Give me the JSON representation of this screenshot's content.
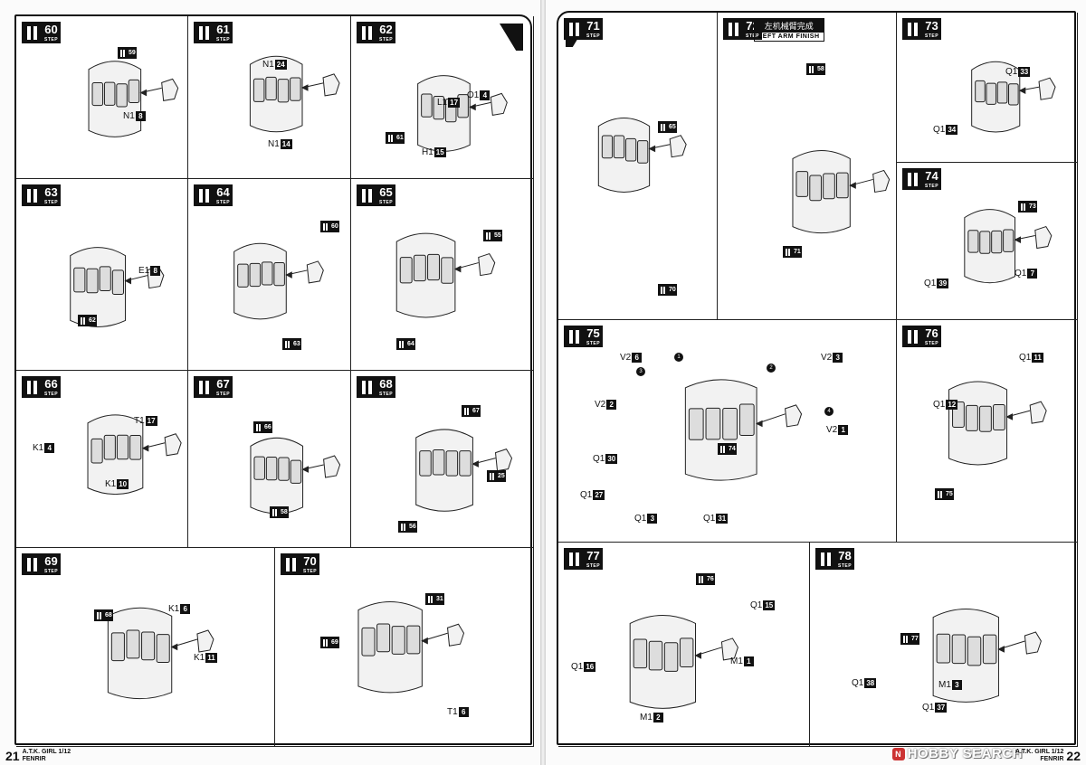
{
  "left_page": {
    "page_number": "21",
    "footer_title_line1": "A.T.K. GIRL 1/12",
    "footer_title_line2": "FENRIR",
    "steps": [
      {
        "step": "60",
        "refs": [
          "59"
        ],
        "parts": [
          {
            "code": "N1",
            "num": "8"
          }
        ]
      },
      {
        "step": "61",
        "refs": [],
        "parts": [
          {
            "code": "N1",
            "num": "24"
          },
          {
            "code": "N1",
            "num": "14"
          }
        ]
      },
      {
        "step": "62",
        "refs": [
          "61"
        ],
        "parts": [
          {
            "code": "L1",
            "num": "17"
          },
          {
            "code": "O1",
            "num": "4"
          },
          {
            "code": "H1",
            "num": "15"
          }
        ]
      },
      {
        "step": "63",
        "refs": [
          "62"
        ],
        "parts": [
          {
            "code": "E1",
            "num": "8"
          }
        ]
      },
      {
        "step": "64",
        "refs": [
          "60",
          "63"
        ],
        "parts": []
      },
      {
        "step": "65",
        "refs": [
          "55",
          "64"
        ],
        "parts": []
      },
      {
        "step": "66",
        "refs": [],
        "parts": [
          {
            "code": "T1",
            "num": "17"
          },
          {
            "code": "K1",
            "num": "4"
          },
          {
            "code": "K1",
            "num": "10"
          }
        ]
      },
      {
        "step": "67",
        "refs": [
          "66",
          "58"
        ],
        "parts": []
      },
      {
        "step": "68",
        "refs": [
          "67",
          "25",
          "56"
        ],
        "parts": []
      },
      {
        "step": "69",
        "refs": [
          "68"
        ],
        "parts": [
          {
            "code": "K1",
            "num": "6"
          },
          {
            "code": "K1",
            "num": "11"
          }
        ]
      },
      {
        "step": "70",
        "refs": [
          "31",
          "69"
        ],
        "parts": [
          {
            "code": "T1",
            "num": "6"
          }
        ]
      }
    ]
  },
  "right_page": {
    "page_number": "22",
    "footer_title_line1": "A.T.K. GIRL 1/12",
    "footer_title_line2": "FENRIR",
    "step_word": "STEP",
    "finish_label_cn": "左机械臂完成",
    "finish_label_en": "LEFT ARM FINISH",
    "watermark_text": "HOBBY SEARCH",
    "watermark_mark": "N",
    "steps": [
      {
        "step": "71",
        "refs": [
          "65",
          "70"
        ],
        "parts": []
      },
      {
        "step": "72",
        "refs": [
          "58",
          "71"
        ],
        "parts": []
      },
      {
        "step": "73",
        "refs": [],
        "parts": [
          {
            "code": "Q1",
            "num": "33"
          },
          {
            "code": "Q1",
            "num": "34"
          }
        ]
      },
      {
        "step": "74",
        "refs": [
          "73"
        ],
        "parts": [
          {
            "code": "Q1",
            "num": "39"
          },
          {
            "code": "Q1",
            "num": "7"
          }
        ]
      },
      {
        "step": "75",
        "refs": [
          "74"
        ],
        "order": [
          "1",
          "2",
          "3",
          "4"
        ],
        "parts": [
          {
            "code": "V2",
            "num": "6"
          },
          {
            "code": "V2",
            "num": "3"
          },
          {
            "code": "V2",
            "num": "2"
          },
          {
            "code": "V2",
            "num": "1"
          },
          {
            "code": "Q1",
            "num": "30"
          },
          {
            "code": "Q1",
            "num": "27"
          },
          {
            "code": "Q1",
            "num": "3"
          },
          {
            "code": "Q1",
            "num": "31"
          }
        ]
      },
      {
        "step": "76",
        "refs": [
          "75"
        ],
        "parts": [
          {
            "code": "Q1",
            "num": "11"
          },
          {
            "code": "Q1",
            "num": "12"
          }
        ]
      },
      {
        "step": "77",
        "refs": [
          "76"
        ],
        "parts": [
          {
            "code": "Q1",
            "num": "15"
          },
          {
            "code": "M1",
            "num": "1"
          },
          {
            "code": "Q1",
            "num": "16"
          },
          {
            "code": "M1",
            "num": "2"
          }
        ]
      },
      {
        "step": "78",
        "refs": [
          "77"
        ],
        "parts": [
          {
            "code": "Q1",
            "num": "38"
          },
          {
            "code": "M1",
            "num": "3"
          },
          {
            "code": "Q1",
            "num": "37"
          }
        ]
      }
    ]
  }
}
